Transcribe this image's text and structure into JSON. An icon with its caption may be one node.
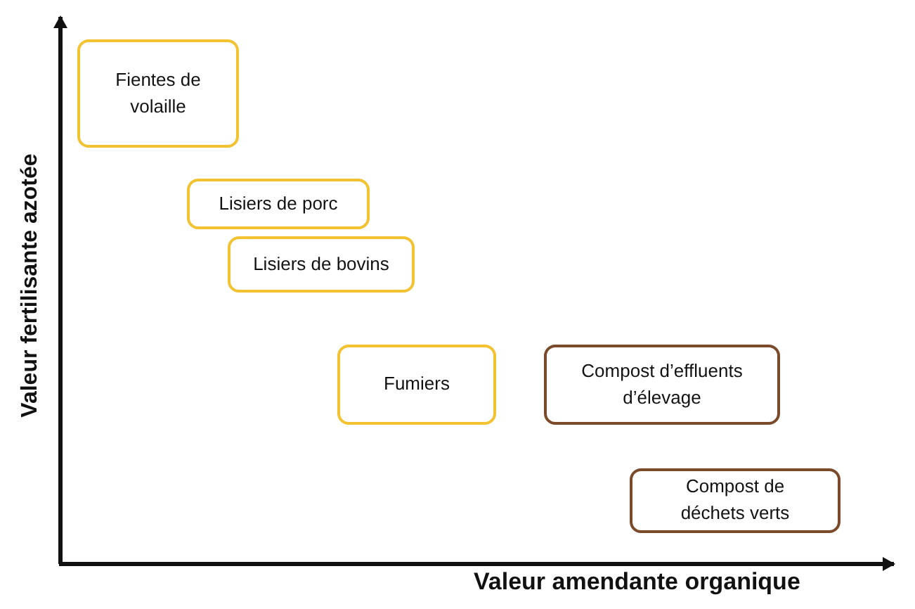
{
  "diagram": {
    "nodes": [
      {
        "text": [
          "Fientes de volaille"
        ]
      },
      {
        "text": [
          "Lisiers de porc"
        ]
      },
      {
        "text": [
          "Lisiers de bovins"
        ]
      },
      {
        "text": [
          "Fumiers"
        ]
      },
      {
        "text": [
          "Compost d’effluents d’élevage"
        ]
      },
      {
        "text": [
          "Compost de déchets verts"
        ]
      }
    ],
    "edges": [],
    "labels": [
      "Valeur fertilisante azotée",
      "Valeur amendante organique"
    ]
  }
}
